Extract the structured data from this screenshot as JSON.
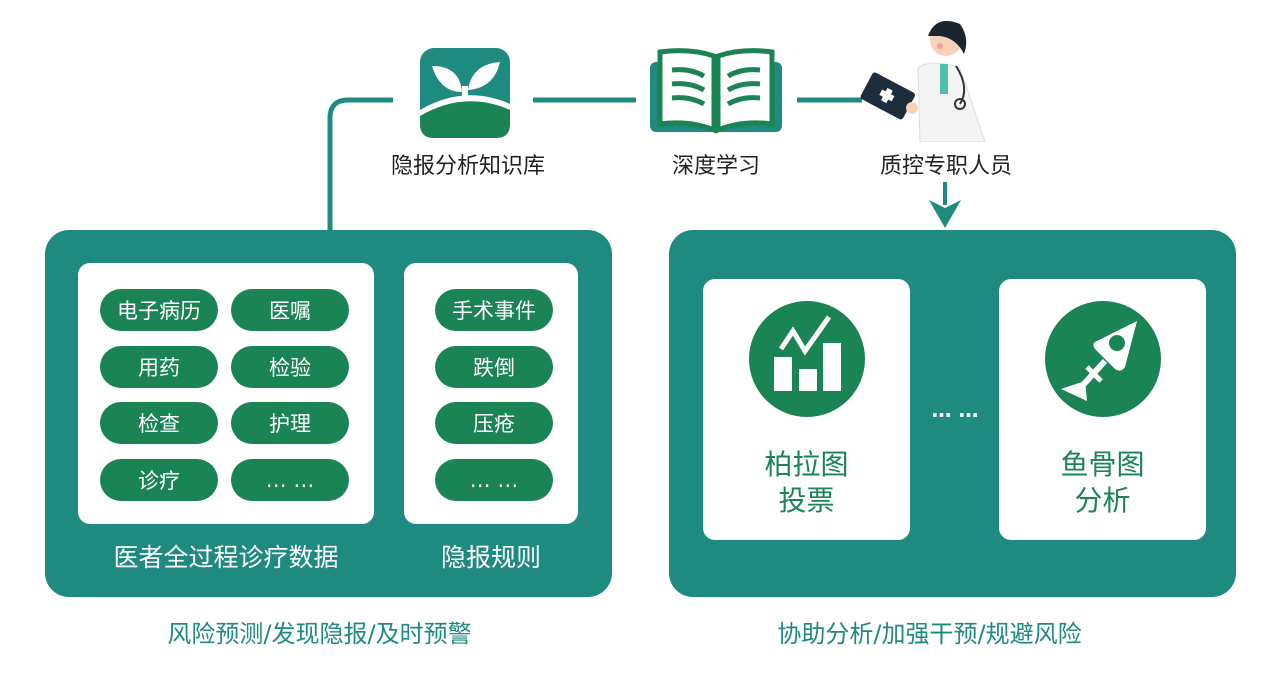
{
  "top": {
    "knowledge_base": "隐报分析知识库",
    "deep_learning": "深度学习",
    "qc_staff": "质控专职人员"
  },
  "left_panel": {
    "data_items": [
      "电子病历",
      "医嘱",
      "用药",
      "检验",
      "检查",
      "护理",
      "诊疗",
      "… …"
    ],
    "data_caption": "医者全过程诊疗数据",
    "rule_items": [
      "手术事件",
      "跌倒",
      "压疮",
      "… …"
    ],
    "rule_caption": "隐报规则",
    "bottom_caption": "风险预测/发现隐报/及时预警"
  },
  "right_panel": {
    "card1": {
      "line1": "柏拉图",
      "line2": "投票"
    },
    "card2": {
      "line1": "鱼骨图",
      "line2": "分析"
    },
    "ellipsis": "… …",
    "bottom_caption": "协助分析/加强干预/规避风险"
  },
  "colors": {
    "teal": "#1f8a80",
    "green": "#1a8455"
  }
}
